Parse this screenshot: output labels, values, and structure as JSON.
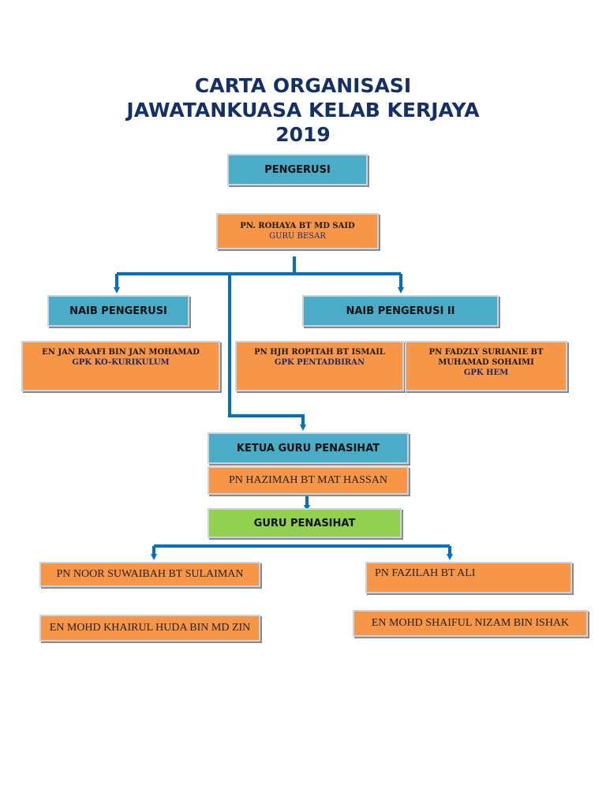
{
  "title": {
    "line1": "CARTA ORGANISASI",
    "line2": "JAWATANKUASA KELAB KERJAYA",
    "line3": "2019"
  },
  "pengerusi": {
    "label": "PENGERUSI",
    "name": "PN. ROHAYA BT MD SAID",
    "role": "GURU BESAR"
  },
  "naib_pengerusi": {
    "label": "NAIB PENGERUSI",
    "name": "EN JAN RAAFI BIN JAN MOHAMAD",
    "role": "GPK KO-KURIKULUM"
  },
  "naib_pengerusi_ii": {
    "label": "NAIB PENGERUSI II",
    "members": [
      {
        "name": "PN HJH ROPITAH BT ISMAIL",
        "role": "GPK PENTADBIRAN"
      },
      {
        "name_line1": "PN FADZLY SURIANIE BT",
        "name_line2": "MUHAMAD SOHAIMI",
        "role": "GPK  HEM"
      }
    ]
  },
  "ketua_guru_penasihat": {
    "label": "KETUA GURU PENASIHAT",
    "name": "PN HAZIMAH BT MAT HASSAN"
  },
  "guru_penasihat": {
    "label": "GURU PENASIHAT",
    "members": [
      "PN NOOR SUWAIBAH BT SULAIMAN",
      "PN FAZILAH BT ALI",
      "EN MOHD KHAIRUL HUDA BIN MD ZIN",
      "EN MOHD SHAIFUL  NIZAM BIN ISHAK"
    ]
  },
  "colors": {
    "header_blue": "#4aacc6",
    "name_orange": "#f79646",
    "advisor_green": "#92d050",
    "connector_blue": "#0070c0",
    "title_navy": "#14306b"
  }
}
